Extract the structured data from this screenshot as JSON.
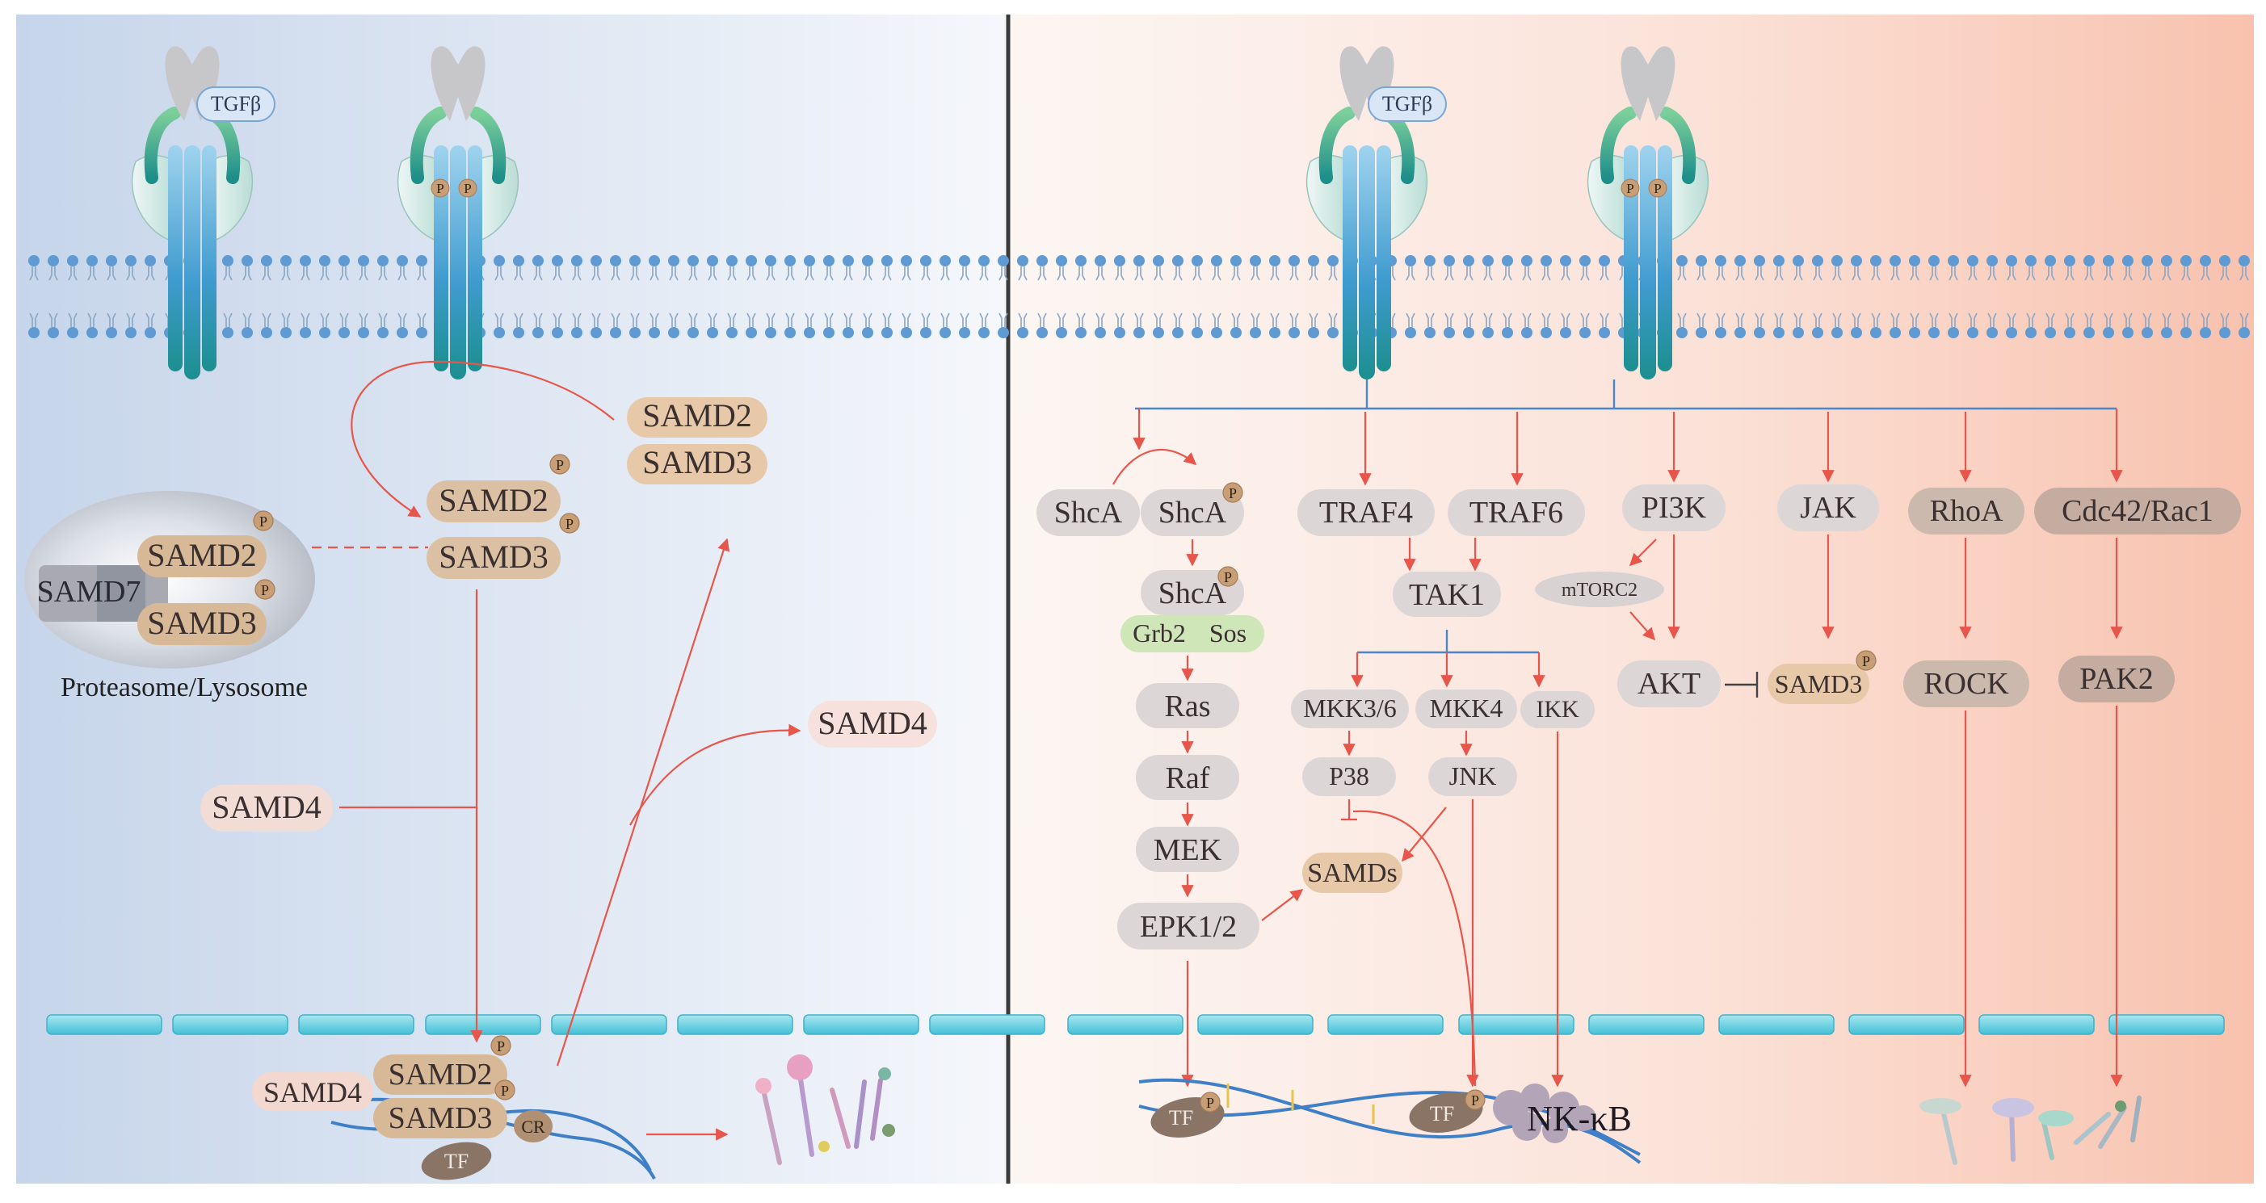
{
  "colors": {
    "left_bg_start": "#c9d7ea",
    "left_bg_end": "#f3f5fa",
    "right_bg_start": "#fbf4f1",
    "right_bg_end": "#f8c4b0",
    "arrow": "#e8554a",
    "branch": "#4a86c8",
    "membrane_head": "#5f9ad2",
    "nuclear_envelope": "#6fd0e0",
    "smad_pill": "#d8b898",
    "grey_pill": "#ddd6d6",
    "brown_pill": "#c9b6aa",
    "green_pill": "#cfe6b8",
    "pink_pill": "#f6dcd8"
  },
  "labels": {
    "tgfb_left": "TGFβ",
    "tgfb_right": "TGFβ",
    "p": "P",
    "top_samd2": "SAMD2",
    "top_samd3": "SAMD3",
    "mid_samd2": "SAMD2",
    "mid_samd3": "SAMD3",
    "prot_samd7": "SAMD7",
    "prot_samd2": "SAMD2",
    "prot_samd3": "SAMD3",
    "proteasome": "Proteasome/Lysosome",
    "samd4_left": "SAMD4",
    "samd4_right": "SAMD4",
    "nuc_samd4": "SAMD4",
    "nuc_samd2": "SAMD2",
    "nuc_samd3": "SAMD3",
    "cr": "CR",
    "tf_left": "TF",
    "shca1": "ShcA",
    "shca2": "ShcA",
    "shca3": "ShcA",
    "grb2": "Grb2",
    "sos": "Sos",
    "ras": "Ras",
    "raf": "Raf",
    "mek": "MEK",
    "epk": "EPK1/2",
    "traf4": "TRAF4",
    "traf6": "TRAF6",
    "tak1": "TAK1",
    "mkk36": "MKK3/6",
    "mkk4": "MKK4",
    "ikk": "IKK",
    "p38": "P38",
    "jnk": "JNK",
    "samds": "SAMDs",
    "pi3k": "PI3K",
    "mtorc2": "mTORC2",
    "akt": "AKT",
    "jak": "JAK",
    "samd3_r": "SAMD3",
    "rhoa": "RhoA",
    "rock": "ROCK",
    "cdc42": "Cdc42/Rac1",
    "pak2": "PAK2",
    "tf_r1": "TF",
    "tf_r2": "TF",
    "nfkb": "NK-κB"
  }
}
